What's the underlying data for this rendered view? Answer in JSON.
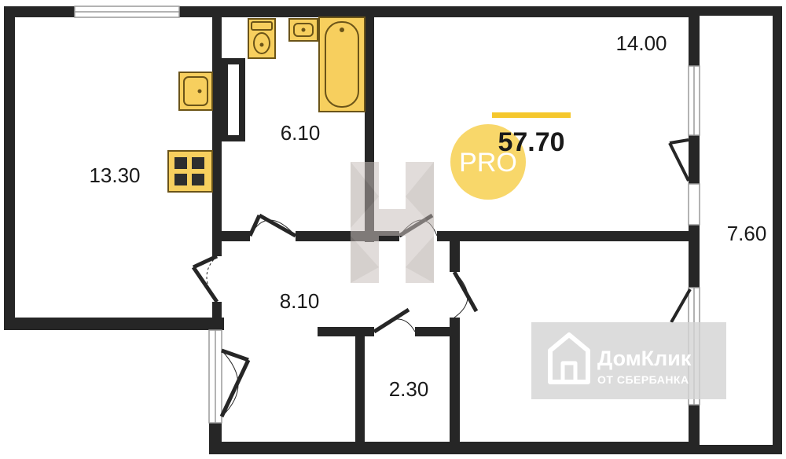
{
  "floor_plan": {
    "rooms": [
      {
        "id": "kitchen",
        "area": "13.30"
      },
      {
        "id": "bathroom",
        "area": "6.10"
      },
      {
        "id": "living-room",
        "area": "14.00"
      },
      {
        "id": "balcony",
        "area": "7.60"
      },
      {
        "id": "hallway",
        "area": "8.10"
      },
      {
        "id": "closet",
        "area": "2.30"
      }
    ],
    "total_area": "57.70"
  },
  "badges": {
    "pro": "PRO"
  },
  "watermark": {
    "brand": "ДомКлик",
    "subtitle": "ОТ СБЕРБАНКА"
  },
  "colors": {
    "wall": "#262626",
    "fixture_fill": "#f7cf5e",
    "fixture_stroke": "#6b5418",
    "pro_circle": "#f7d35a",
    "total_underline": "#f5c72c",
    "window": "#c9c9c9"
  }
}
